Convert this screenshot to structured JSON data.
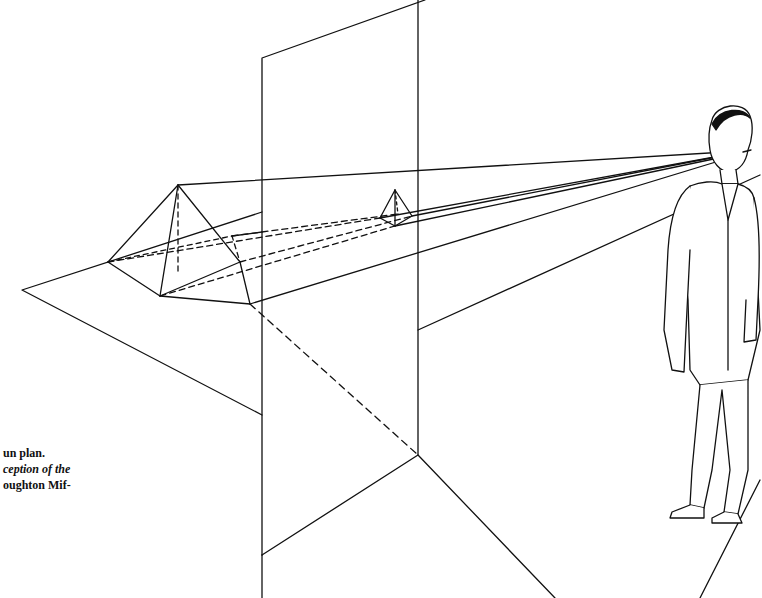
{
  "diagram": {
    "labels": [
      "un plan.",
      "ception of the",
      "oughton Mif-"
    ]
  }
}
